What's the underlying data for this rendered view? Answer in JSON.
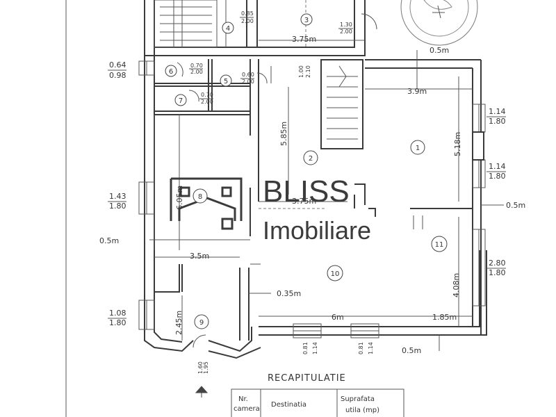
{
  "rooms": [
    {
      "num": "1"
    },
    {
      "num": "2"
    },
    {
      "num": "3"
    },
    {
      "num": "4"
    },
    {
      "num": "5"
    },
    {
      "num": "6"
    },
    {
      "num": "7"
    },
    {
      "num": "8"
    },
    {
      "num": "9"
    },
    {
      "num": "10"
    },
    {
      "num": "11"
    }
  ],
  "dimensions": {
    "d_375_top": "3.75m",
    "d_05_top": "0.5m",
    "d_39": "3.9m",
    "d_585": "5.85m",
    "d_518": "5.18m",
    "d_375_mid": "3.75m",
    "d_605": "6.05m",
    "d_05_right": "0.5m",
    "d_05_left": "0.5m",
    "d_35": "3.5m",
    "d_408": "4.08m",
    "d_035": "0.35m",
    "d_245": "2.45m",
    "d_6m": "6m",
    "d_185": "1.85m",
    "d_05_bottom": "0.5m"
  },
  "windows": {
    "w_064": "0.64",
    "w_098": "0.98",
    "w_143": "1.43",
    "w_180a": "1.80",
    "w_108": "1.08",
    "w_180b": "1.80",
    "w_114a": "1.14",
    "w_180c": "1.80",
    "w_114b": "1.14",
    "w_180d": "1.80",
    "w_280": "2.80",
    "w_180e": "1.80",
    "w_b1a": "0.81",
    "w_b1b": "1.14",
    "w_b2a": "0.81",
    "w_b2b": "1.14"
  },
  "doors": {
    "d3a": "0.85",
    "d3b": "2.00",
    "d4a": "1.30",
    "d4b": "2.00",
    "d6a": "0.70",
    "d6b": "2.00",
    "d5a": "0.60",
    "d5b": "2.00",
    "d7a": "0.70",
    "d7b": "2.00",
    "d_stair_a": "1.00",
    "d_stair_b": "2.10",
    "d_entry_a": "1.60",
    "d_entry_b": "1.95"
  },
  "brand": {
    "name_line1": "BLISS",
    "name_line2": "Imobiliare"
  },
  "recap": {
    "title": "RECAPITULATIE",
    "col_nr_1": "Nr.",
    "col_nr_2": "camera",
    "col_dest": "Destinatia",
    "col_surf_1": "Suprafata",
    "col_surf_2": "utila (mp)"
  },
  "colors": {
    "wall": "#3a3a3a",
    "brand": "#3b3b3b",
    "paper": "#ffffff"
  }
}
